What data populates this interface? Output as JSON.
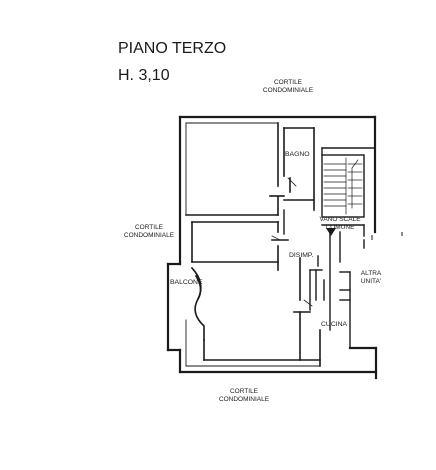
{
  "header": {
    "floor": "PIANO TERZO",
    "height": "H. 3,10"
  },
  "labels": {
    "cortile_top_1": "CORTILE",
    "cortile_top_2": "CONDOMINIALE",
    "cortile_left_1": "CORTILE",
    "cortile_left_2": "CONDOMINIALE",
    "cortile_bottom_1": "CORTILE",
    "cortile_bottom_2": "CONDOMINIALE",
    "bagno": "BAGNO",
    "vano_scale_1": "VANO SCALE",
    "vano_scale_2": "COMUNE",
    "disimp": "DISIMP.",
    "altra_1": "ALTRA",
    "altra_2": "UNITA'",
    "balcone": "BALCONE",
    "cucina": "CUCINA"
  }
}
